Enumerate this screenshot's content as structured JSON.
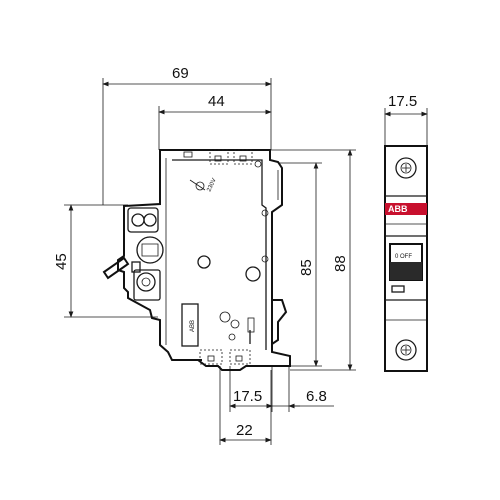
{
  "dimensions": {
    "overall_depth": "69",
    "body_depth": "44",
    "front_width": "17.5",
    "mount_height": "45",
    "body_height": "85",
    "overall_height": "88",
    "rail_width": "17.5",
    "rail_offset": "6.8",
    "bottom_depth": "22"
  },
  "front_view": {
    "brand_logo": "ABB",
    "switch_label": "0 OFF",
    "brand_color": "#c8102e"
  },
  "side_view": {
    "logo_mark": "ABB",
    "handle_mark": "230V"
  }
}
